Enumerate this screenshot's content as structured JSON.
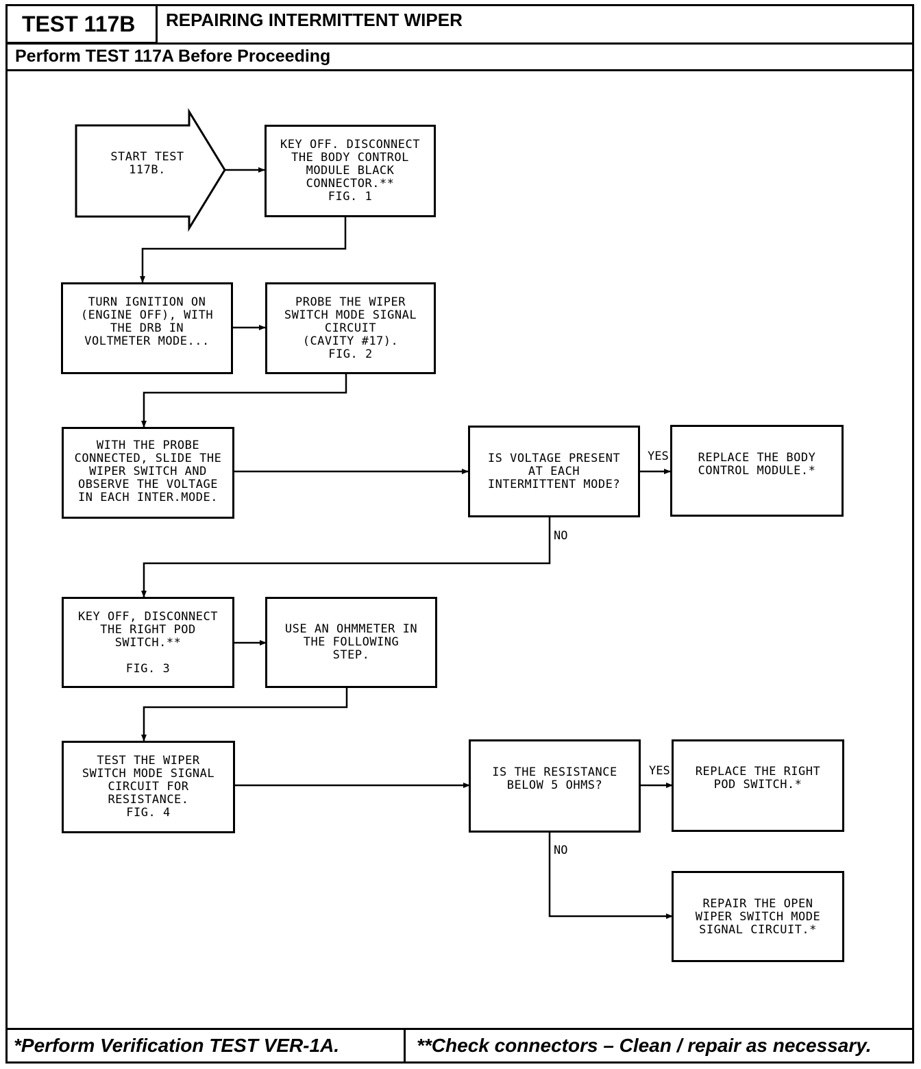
{
  "header": {
    "test_id": "TEST 117B",
    "title": "REPAIRING INTERMITTENT WIPER",
    "subtitle": "Perform TEST 117A Before Proceeding"
  },
  "flowchart": {
    "start": "START TEST\n117B.",
    "step1": "KEY OFF. DISCONNECT\nTHE BODY CONTROL\nMODULE BLACK\nCONNECTOR.**\nFIG. 1",
    "step2": "TURN IGNITION ON\n(ENGINE OFF), WITH\nTHE DRB IN\nVOLTMETER MODE...",
    "step3": "PROBE THE WIPER\nSWITCH MODE SIGNAL\nCIRCUIT\n(CAVITY #17).\nFIG. 2",
    "step4": "WITH THE PROBE\nCONNECTED, SLIDE THE\nWIPER SWITCH AND\nOBSERVE THE VOLTAGE\nIN EACH INTER.MODE.",
    "decision1": "IS VOLTAGE PRESENT\nAT EACH\nINTERMITTENT MODE?",
    "decision1_yes_label": "YES",
    "decision1_no_label": "NO",
    "result1": "REPLACE THE BODY\nCONTROL MODULE.*",
    "step5": "KEY OFF, DISCONNECT\nTHE RIGHT POD\nSWITCH.**\n\nFIG. 3",
    "step6": "USE AN OHMMETER IN\nTHE FOLLOWING\nSTEP.",
    "step7": "TEST THE WIPER\nSWITCH MODE SIGNAL\nCIRCUIT FOR\nRESISTANCE.\nFIG. 4",
    "decision2": "IS THE RESISTANCE\nBELOW 5 OHMS?",
    "decision2_yes_label": "YES",
    "decision2_no_label": "NO",
    "result2": "REPLACE THE RIGHT\nPOD SWITCH.*",
    "result3": "REPAIR THE OPEN\nWIPER SWITCH MODE\nSIGNAL CIRCUIT.*"
  },
  "footer": {
    "left": "*Perform Verification TEST VER-1A.",
    "right": "**Check connectors – Clean / repair as necessary."
  }
}
